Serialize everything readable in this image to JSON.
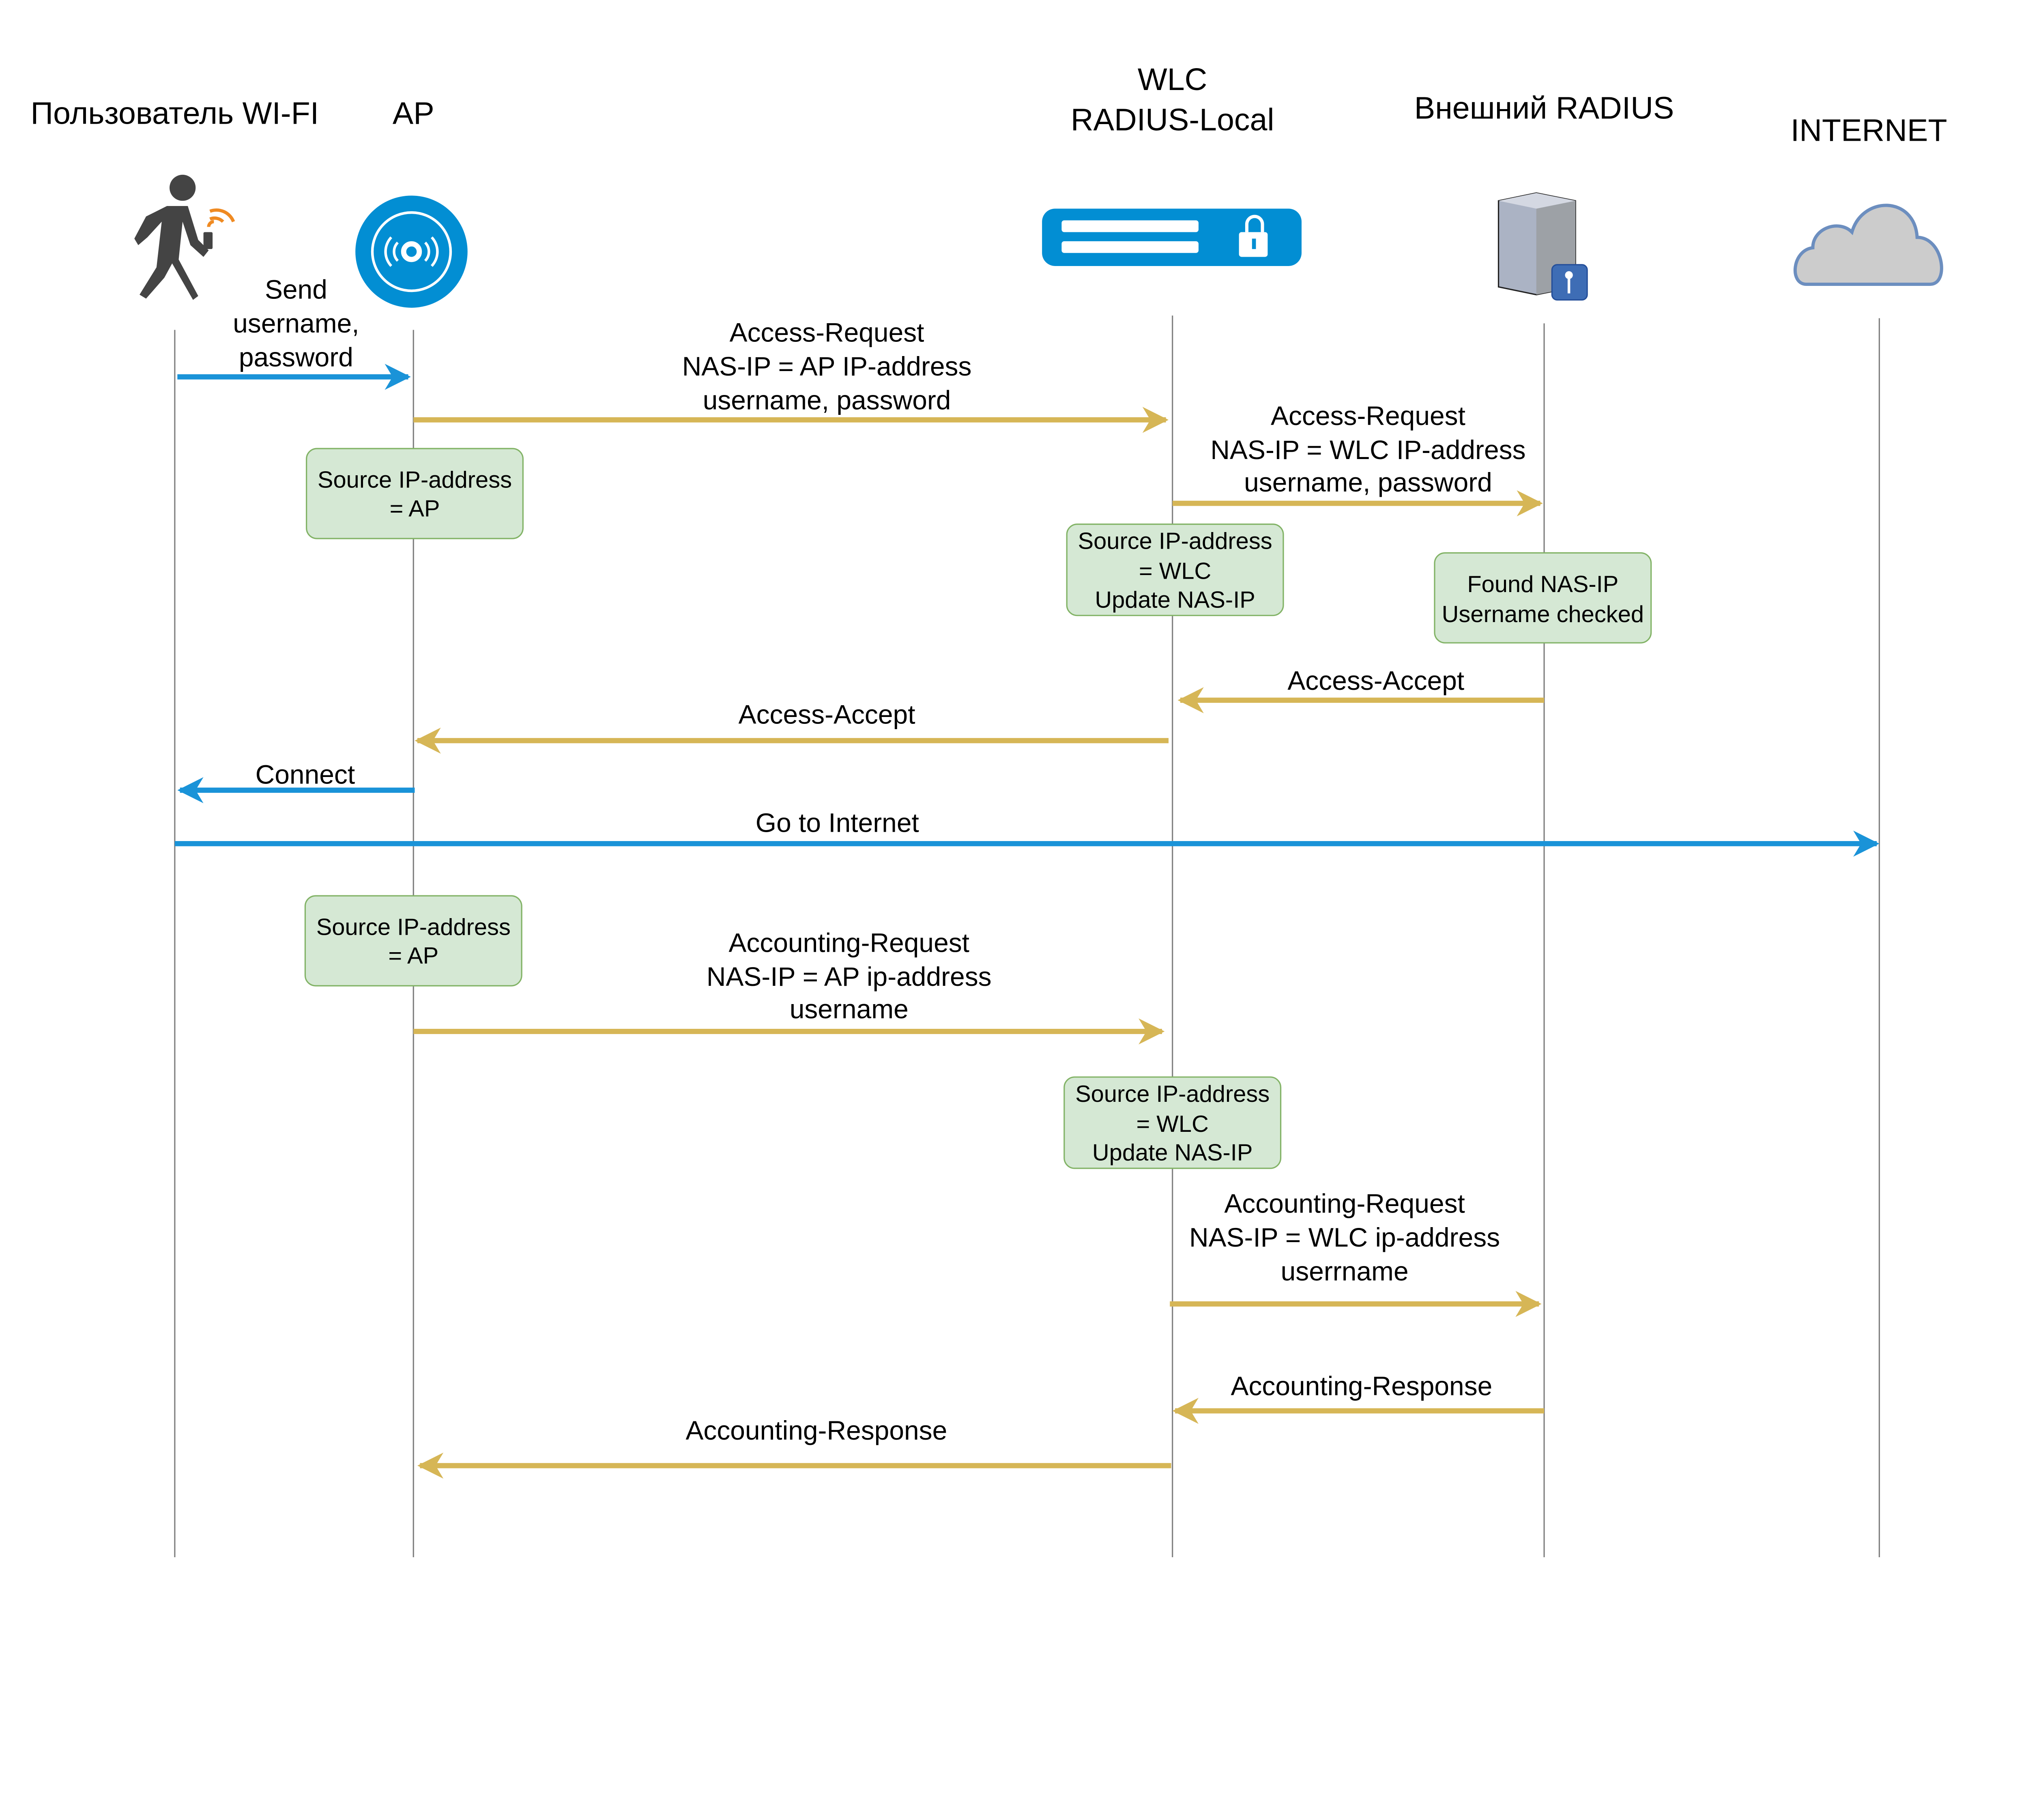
{
  "participants": [
    {
      "label": "Пользователь WI-FI",
      "icon": "walking-user-with-phone-icon"
    },
    {
      "label": "AP",
      "icon": "access-point-icon"
    },
    {
      "label_lines": [
        "WLC",
        "RADIUS-Local"
      ],
      "icon": "wlc-secure-controller-icon"
    },
    {
      "label": "Внешний RADIUS",
      "icon": "radius-server-key-icon"
    },
    {
      "label": "INTERNET",
      "icon": "cloud-icon"
    }
  ],
  "colors": {
    "wifi_link": "#1a93d8",
    "radius_msg": "#d6b656",
    "note_fill": "#d5e8d4",
    "note_border": "#82b366"
  },
  "messages": [
    {
      "lines": [
        "Send",
        "username,",
        "password"
      ],
      "from": "Пользователь WI-FI",
      "to": "AP"
    },
    {
      "lines": [
        "Access-Request",
        "NAS-IP = AP IP-address",
        "username, password"
      ],
      "from": "AP",
      "to": "WLC"
    },
    {
      "lines": [
        "Access-Request",
        "NAS-IP = WLC IP-address",
        "username, password"
      ],
      "from": "WLC",
      "to": "Внешний RADIUS"
    },
    {
      "lines": [
        "Access-Accept"
      ],
      "from": "Внешний RADIUS",
      "to": "WLC"
    },
    {
      "lines": [
        "Access-Accept"
      ],
      "from": "WLC",
      "to": "AP"
    },
    {
      "lines": [
        "Connect"
      ],
      "from": "AP",
      "to": "Пользователь WI-FI"
    },
    {
      "lines": [
        "Go to Internet"
      ],
      "from": "Пользователь WI-FI",
      "to": "INTERNET"
    },
    {
      "lines": [
        "Accounting-Request",
        "NAS-IP = AP ip-address",
        "username"
      ],
      "from": "AP",
      "to": "WLC"
    },
    {
      "lines": [
        "Accounting-Request",
        "NAS-IP = WLC ip-address",
        "userrname"
      ],
      "from": "WLC",
      "to": "Внешний RADIUS"
    },
    {
      "lines": [
        "Accounting-Response"
      ],
      "from": "Внешний RADIUS",
      "to": "WLC"
    },
    {
      "lines": [
        "Accounting-Response"
      ],
      "from": "WLC",
      "to": "AP"
    }
  ],
  "notes": [
    {
      "lines": [
        "Source IP-address",
        "= AP"
      ]
    },
    {
      "lines": [
        "Source IP-address",
        "= WLC",
        "Update  NAS-IP"
      ]
    },
    {
      "lines": [
        "Found NAS-IP",
        "Username checked"
      ]
    },
    {
      "lines": [
        "Source IP-address",
        "= AP"
      ]
    },
    {
      "lines": [
        "Source IP-address",
        "= WLC",
        "Update  NAS-IP"
      ]
    }
  ]
}
